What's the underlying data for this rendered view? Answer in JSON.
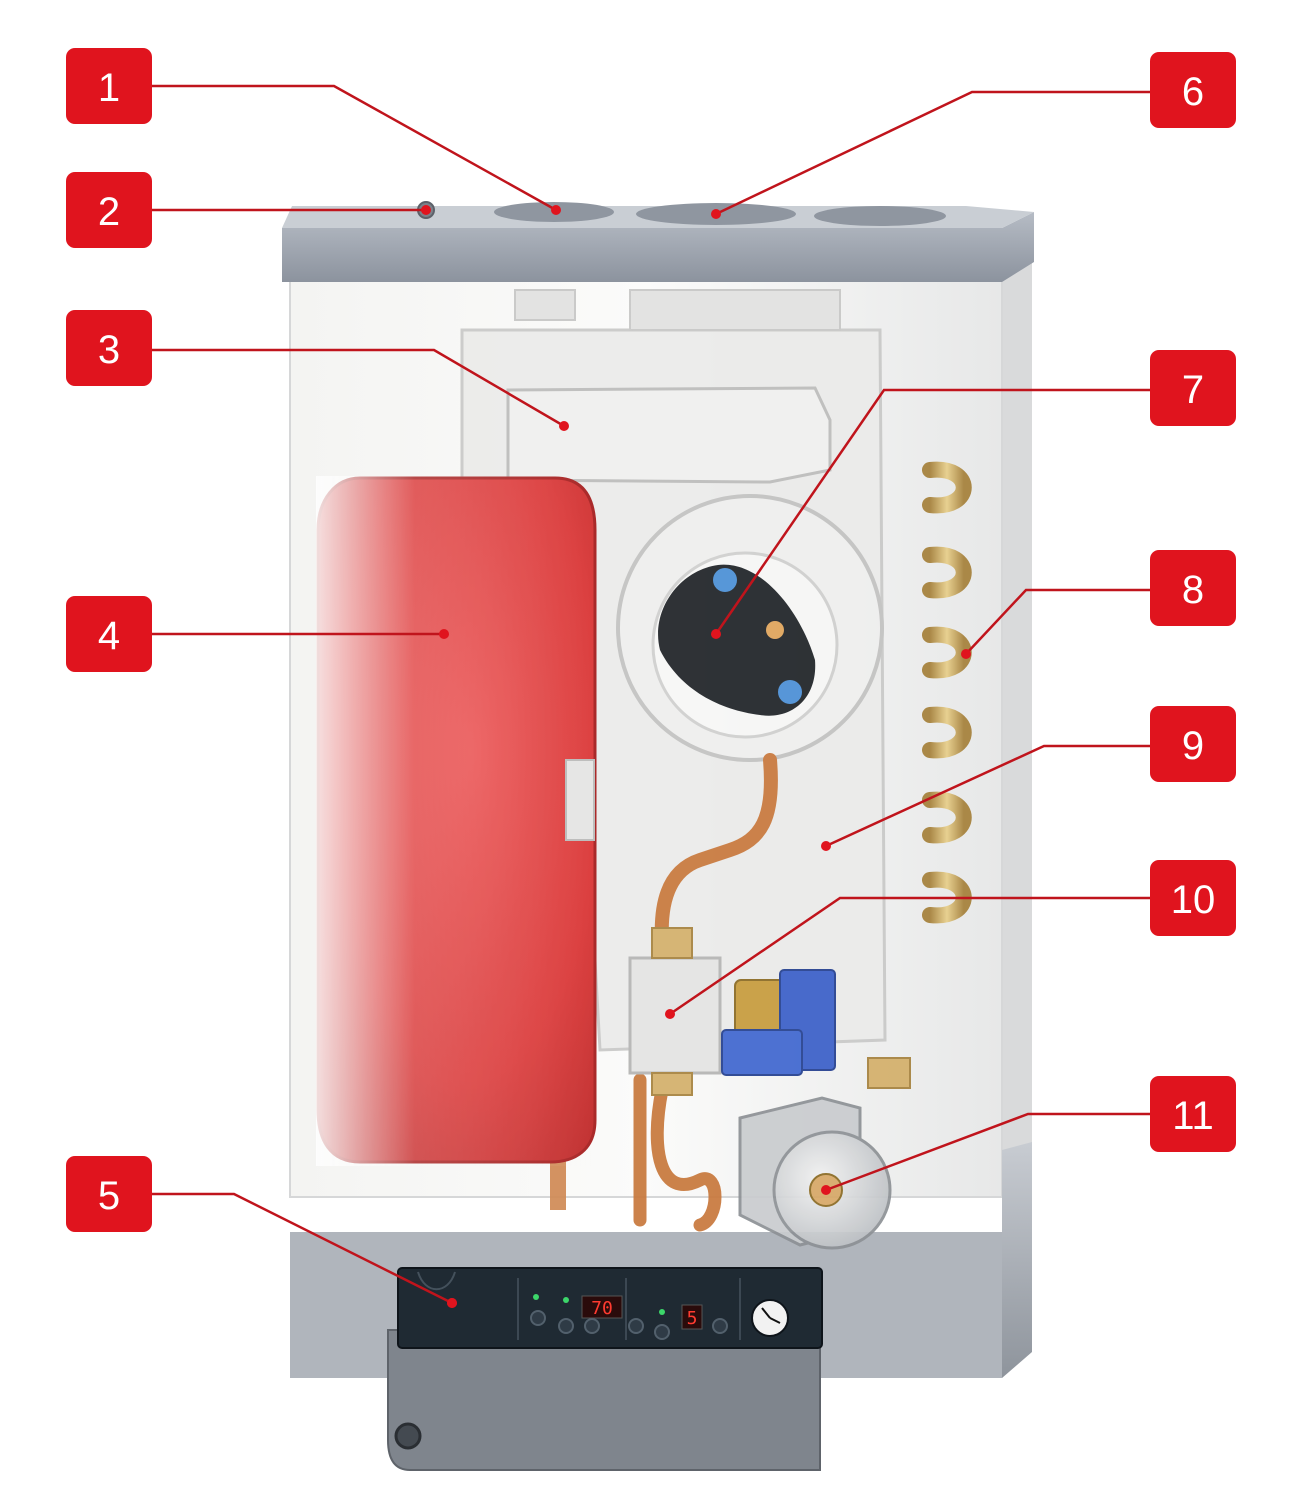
{
  "callouts": [
    {
      "number": "1"
    },
    {
      "number": "2"
    },
    {
      "number": "3"
    },
    {
      "number": "4"
    },
    {
      "number": "5"
    },
    {
      "number": "6"
    },
    {
      "number": "7"
    },
    {
      "number": "8"
    },
    {
      "number": "9"
    },
    {
      "number": "10"
    },
    {
      "number": "11"
    }
  ],
  "control_panel": {
    "temperature_display": "70",
    "mode_display": "5"
  },
  "colors": {
    "badge": "#e0141e",
    "leader_line": "#c0141c",
    "tank": "#e03a3a",
    "casing_top": "#9ea5b0",
    "copper": "#c8783c",
    "brass": "#c9a65a",
    "valve_blue": "#3a5fc8",
    "panel": "#1f2a33"
  }
}
